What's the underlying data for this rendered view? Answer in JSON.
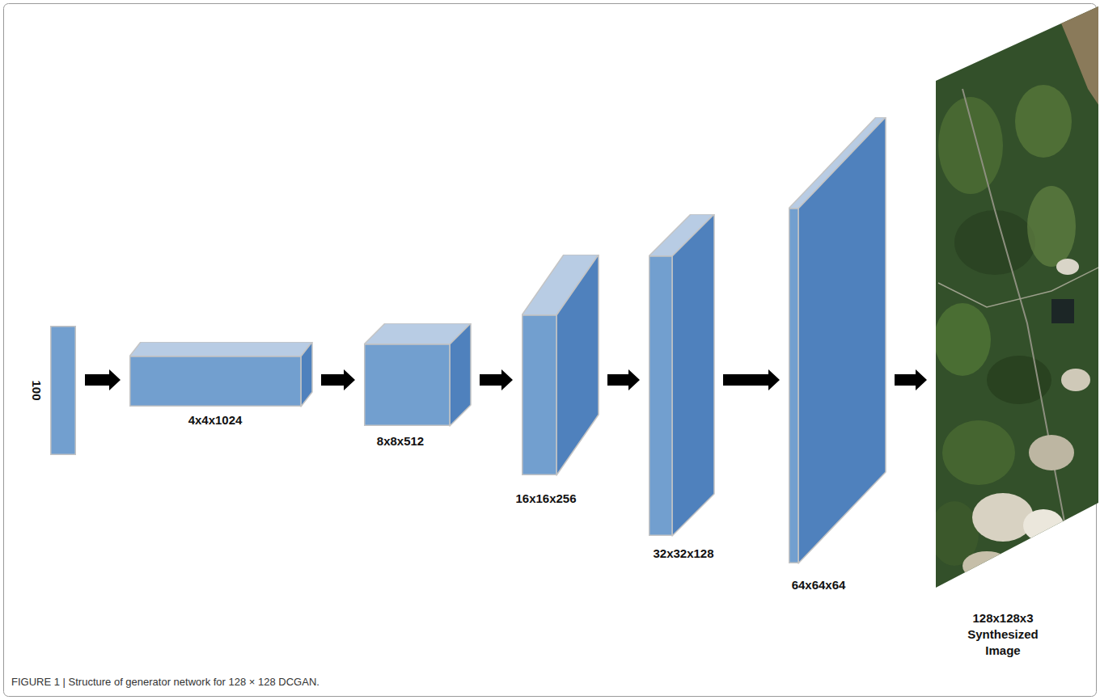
{
  "diagram": {
    "caption": "FIGURE 1 | Structure of generator network for 128 × 128 DCGAN.",
    "nodes": [
      {
        "text": [
          "100"
        ]
      },
      {
        "text": [
          "4x4x1024"
        ]
      },
      {
        "text": [
          "8x8x512"
        ]
      },
      {
        "text": [
          "16x16x256"
        ]
      },
      {
        "text": [
          "32x32x128"
        ]
      },
      {
        "text": [
          "64x64x64"
        ]
      },
      {
        "text": [
          "128x128x3 Synthesized Image"
        ]
      }
    ],
    "edges": [
      {
        "from": 0,
        "to": 1,
        "arrow": "to"
      },
      {
        "from": 1,
        "to": 2,
        "arrow": "to"
      },
      {
        "from": 2,
        "to": 3,
        "arrow": "to"
      },
      {
        "from": 3,
        "to": 4,
        "arrow": "to"
      },
      {
        "from": 4,
        "to": 5,
        "arrow": "to"
      },
      {
        "from": 5,
        "to": 6,
        "arrow": "to"
      }
    ]
  }
}
